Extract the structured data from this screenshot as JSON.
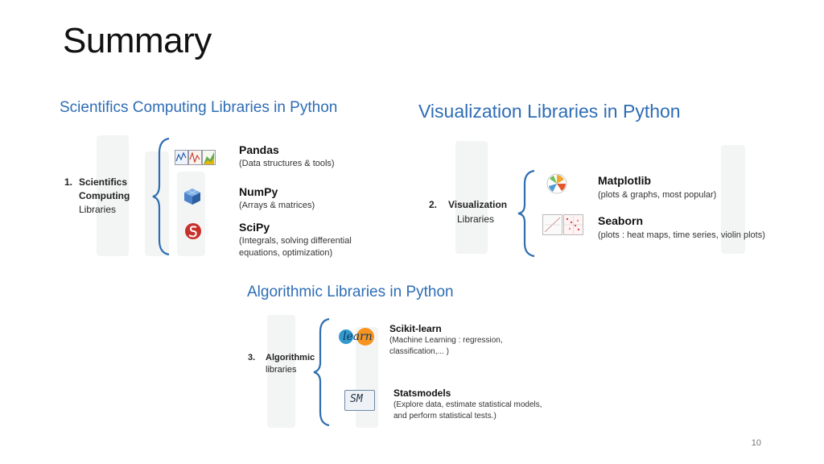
{
  "slide": {
    "title": "Summary",
    "page_number": "10"
  },
  "panels": [
    {
      "heading": "Scientifics Computing Libraries in Python",
      "category": {
        "number": "1.",
        "lines": [
          "Scientifics",
          "Computing",
          "Libraries"
        ]
      },
      "libraries": [
        {
          "name": "Pandas",
          "description": "(Data structures & tools)",
          "icon": "chart-thumbnails-icon"
        },
        {
          "name": "NumPy",
          "description": "(Arrays & matrices)",
          "icon": "cube-icon"
        },
        {
          "name": "SciPy",
          "description": "(Integrals, solving differential equations, optimization)",
          "icon": "scipy-logo-icon"
        }
      ]
    },
    {
      "heading": "Visualization Libraries in Python",
      "category": {
        "number": "2.",
        "lines": [
          "Visualization",
          "Libraries"
        ]
      },
      "libraries": [
        {
          "name": "Matplotlib",
          "description": "(plots & graphs, most popular)",
          "icon": "polar-plot-icon"
        },
        {
          "name": "Seaborn",
          "description": "(plots : heat maps, time series, violin plots)",
          "icon": "scatter-grid-icon"
        }
      ]
    },
    {
      "heading": "Algorithmic Libraries in Python",
      "category": {
        "number": "3.",
        "lines": [
          "Algorithmic",
          "libraries"
        ]
      },
      "libraries": [
        {
          "name": "Scikit-learn",
          "description": "(Machine Learning : regression, classification,... )",
          "icon": "sklearn-logo-icon",
          "logo_text": "learn"
        },
        {
          "name": "Statsmodels",
          "description": "(Explore data, estimate statistical models, and perform statistical tests.)",
          "icon": "sm-logo-icon",
          "logo_text": "SM"
        }
      ]
    }
  ],
  "colors": {
    "heading_blue": "#2e6db5",
    "brace_blue": "#2f6fb0"
  }
}
